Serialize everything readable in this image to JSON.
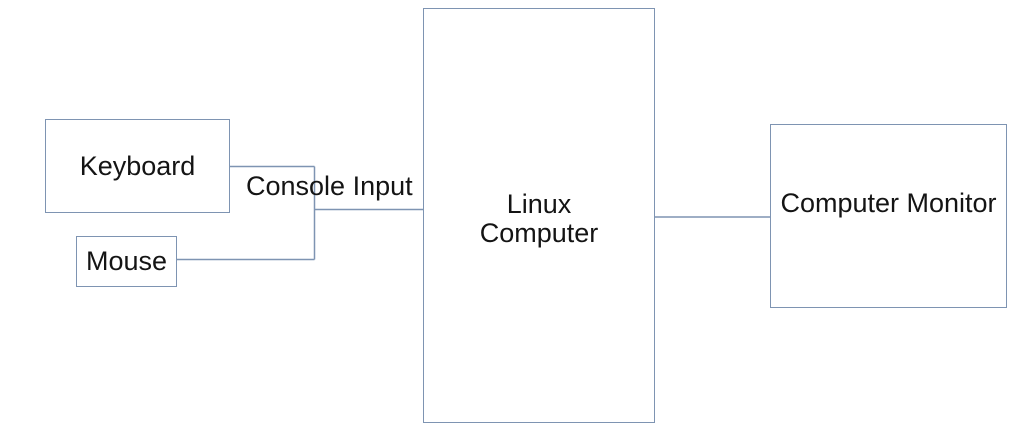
{
  "diagram": {
    "nodes": {
      "keyboard": {
        "label": "Keyboard"
      },
      "mouse": {
        "label": "Mouse"
      },
      "linux_computer": {
        "label": "Linux\nComputer"
      },
      "computer_monitor": {
        "label": "Computer Monitor"
      }
    },
    "edge_labels": {
      "console_input": "Console Input"
    },
    "connections": [
      "Keyboard -> Console Input junction",
      "Mouse -> Console Input junction",
      "Console Input junction -> Linux Computer",
      "Linux Computer -> Computer Monitor"
    ]
  },
  "colors": {
    "line": "#7e94b2",
    "text": "#141414",
    "background": "#ffffff"
  }
}
